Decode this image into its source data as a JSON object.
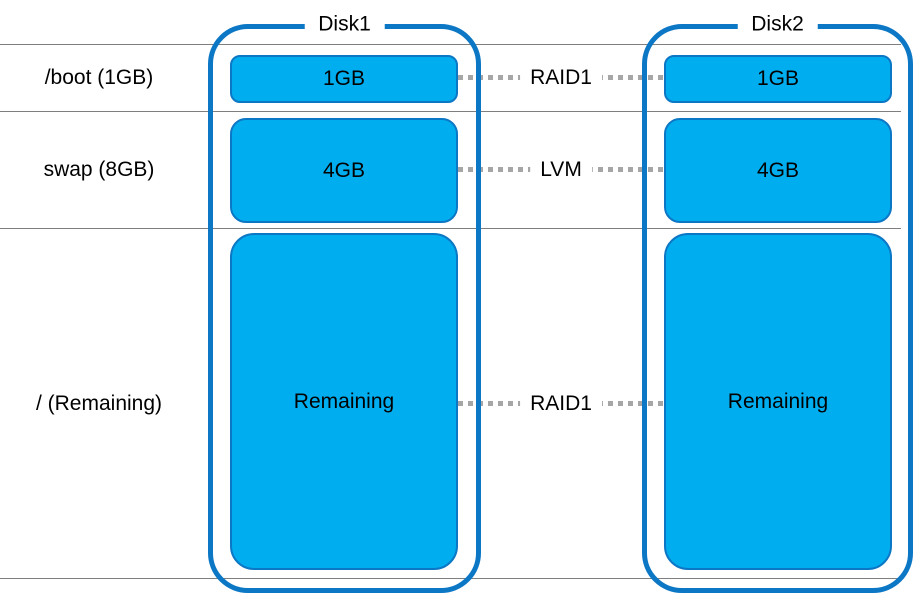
{
  "colors": {
    "partition-fill": "#00AEEF",
    "partition-outline": "#0C77C5",
    "disk-outline": "#0C77C5",
    "separator": "#7F7F7F",
    "dash": "#A6A6A6",
    "text": "#000000"
  },
  "rows": [
    {
      "label": "/boot (1GB)",
      "link": "RAID1"
    },
    {
      "label": "swap (8GB)",
      "link": "LVM"
    },
    {
      "label": "/ (Remaining)",
      "link": "RAID1"
    }
  ],
  "disks": [
    {
      "name": "Disk1",
      "partitions": [
        "1GB",
        "4GB",
        "Remaining"
      ]
    },
    {
      "name": "Disk2",
      "partitions": [
        "1GB",
        "4GB",
        "Remaining"
      ]
    }
  ]
}
